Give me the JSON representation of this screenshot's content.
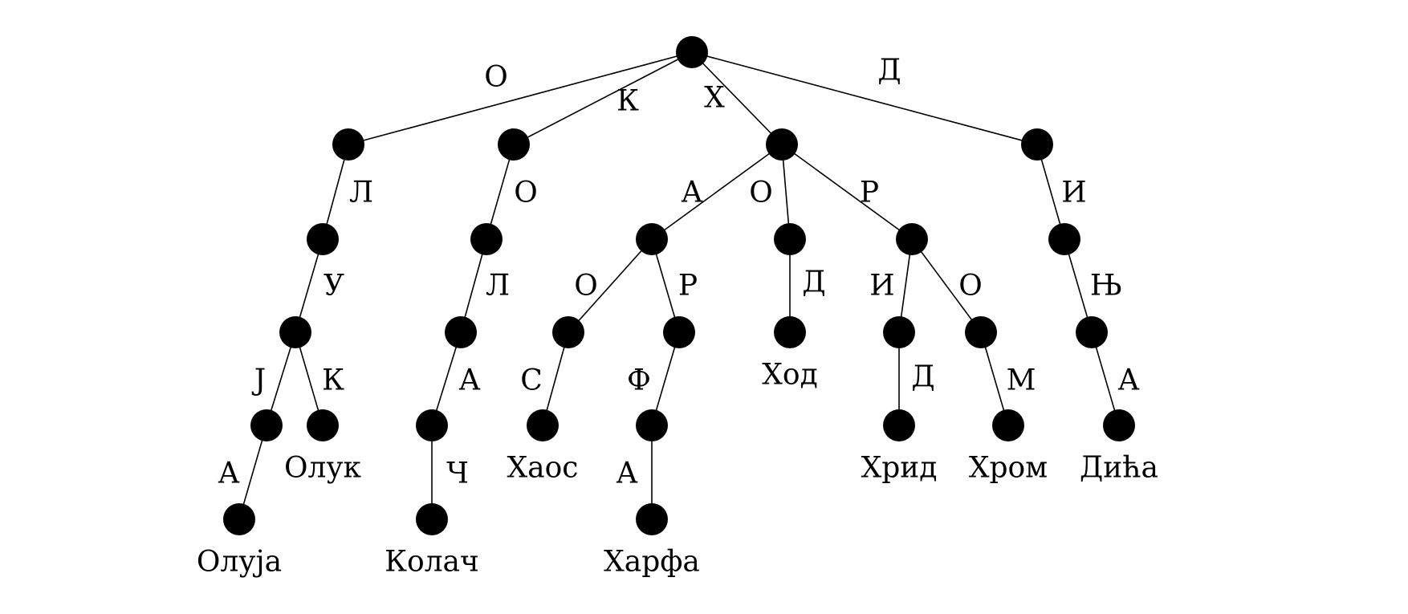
{
  "colors": {
    "node": "#000000",
    "edge": "#000000",
    "background": "#ffffff"
  },
  "nodes": [
    {
      "id": "root"
    },
    {
      "id": "O"
    },
    {
      "id": "K"
    },
    {
      "id": "X"
    },
    {
      "id": "D"
    },
    {
      "id": "OL"
    },
    {
      "id": "OLU"
    },
    {
      "id": "OLUJ"
    },
    {
      "id": "OLUJA",
      "word": "Олуја"
    },
    {
      "id": "OLUK",
      "word": "Олук"
    },
    {
      "id": "KO"
    },
    {
      "id": "KOL"
    },
    {
      "id": "KOLA"
    },
    {
      "id": "KOLAC",
      "word": "Колач"
    },
    {
      "id": "XA"
    },
    {
      "id": "XAO"
    },
    {
      "id": "XAOS",
      "word": "Хаос"
    },
    {
      "id": "XAR"
    },
    {
      "id": "XARF"
    },
    {
      "id": "XARFA",
      "word": "Харфа"
    },
    {
      "id": "XO"
    },
    {
      "id": "XOD",
      "word": "Ход"
    },
    {
      "id": "XR"
    },
    {
      "id": "XRI"
    },
    {
      "id": "XRID",
      "word": "Хрид"
    },
    {
      "id": "XRO"
    },
    {
      "id": "XROM",
      "word": "Хром"
    },
    {
      "id": "DI"
    },
    {
      "id": "DIN"
    },
    {
      "id": "DINA",
      "word": "Дића"
    }
  ],
  "edges": [
    {
      "from": "root",
      "to": "O",
      "label": "О"
    },
    {
      "from": "root",
      "to": "K",
      "label": "К"
    },
    {
      "from": "root",
      "to": "X",
      "label": "Х"
    },
    {
      "from": "root",
      "to": "D",
      "label": "Д"
    },
    {
      "from": "O",
      "to": "OL",
      "label": "Л"
    },
    {
      "from": "OL",
      "to": "OLU",
      "label": "У"
    },
    {
      "from": "OLU",
      "to": "OLUJ",
      "label": "Ј"
    },
    {
      "from": "OLU",
      "to": "OLUK",
      "label": "К"
    },
    {
      "from": "OLUJ",
      "to": "OLUJA",
      "label": "А"
    },
    {
      "from": "K",
      "to": "KO",
      "label": "О"
    },
    {
      "from": "KO",
      "to": "KOL",
      "label": "Л"
    },
    {
      "from": "KOL",
      "to": "KOLA",
      "label": "А"
    },
    {
      "from": "KOLA",
      "to": "KOLAC",
      "label": "Ч"
    },
    {
      "from": "X",
      "to": "XA",
      "label": "А"
    },
    {
      "from": "X",
      "to": "XO",
      "label": "О"
    },
    {
      "from": "X",
      "to": "XR",
      "label": "Р"
    },
    {
      "from": "XA",
      "to": "XAO",
      "label": "О"
    },
    {
      "from": "XA",
      "to": "XAR",
      "label": "Р"
    },
    {
      "from": "XAO",
      "to": "XAOS",
      "label": "С"
    },
    {
      "from": "XAR",
      "to": "XARF",
      "label": "Ф"
    },
    {
      "from": "XARF",
      "to": "XARFA",
      "label": "А"
    },
    {
      "from": "XO",
      "to": "XOD",
      "label": "Д"
    },
    {
      "from": "XR",
      "to": "XRI",
      "label": "И"
    },
    {
      "from": "XR",
      "to": "XRO",
      "label": "О"
    },
    {
      "from": "XRI",
      "to": "XRID",
      "label": "Д"
    },
    {
      "from": "XRO",
      "to": "XROM",
      "label": "М"
    },
    {
      "from": "D",
      "to": "DI",
      "label": "И"
    },
    {
      "from": "DI",
      "to": "DIN",
      "label": "Њ"
    },
    {
      "from": "DIN",
      "to": "DINA",
      "label": "А"
    }
  ]
}
